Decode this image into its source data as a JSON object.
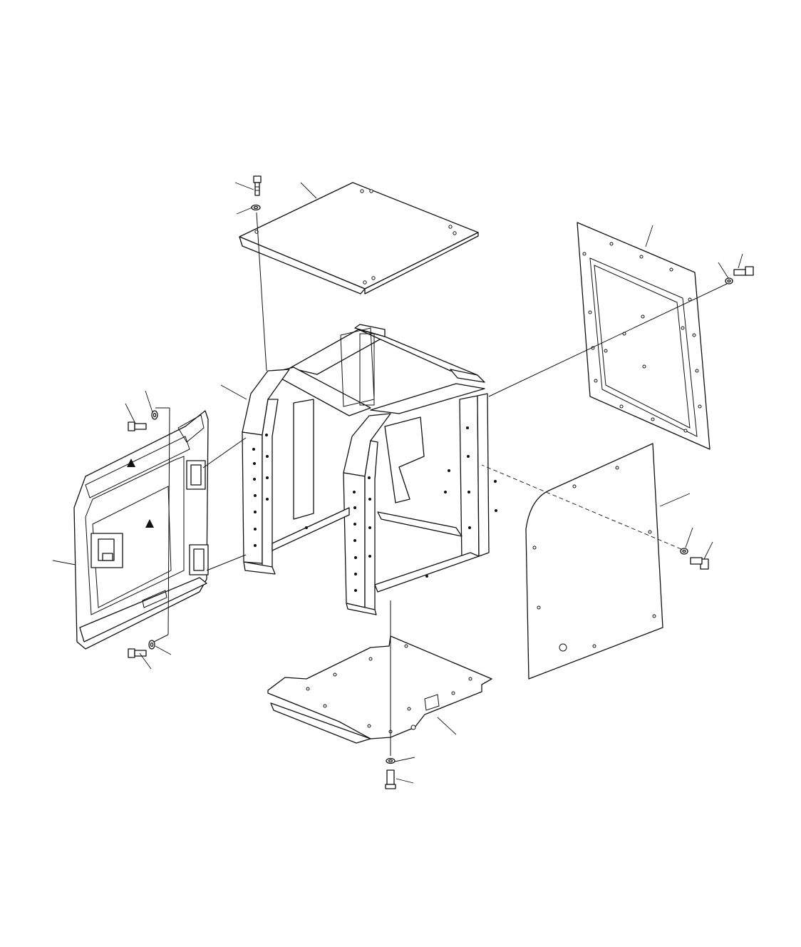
{
  "diagram": {
    "kind": "exploded-parts-view",
    "colors": {
      "line": "#111111",
      "background": "#ffffff"
    },
    "parts": [
      {
        "name": "top-cover-plate"
      },
      {
        "name": "frame-structure"
      },
      {
        "name": "left-door-panel"
      },
      {
        "name": "rear-inspection-panel"
      },
      {
        "name": "right-side-panel"
      },
      {
        "name": "bottom-floor-plate"
      }
    ],
    "fasteners": [
      {
        "name": "bolt",
        "count": 6
      },
      {
        "name": "washer",
        "count": 6
      }
    ],
    "callouts": []
  }
}
